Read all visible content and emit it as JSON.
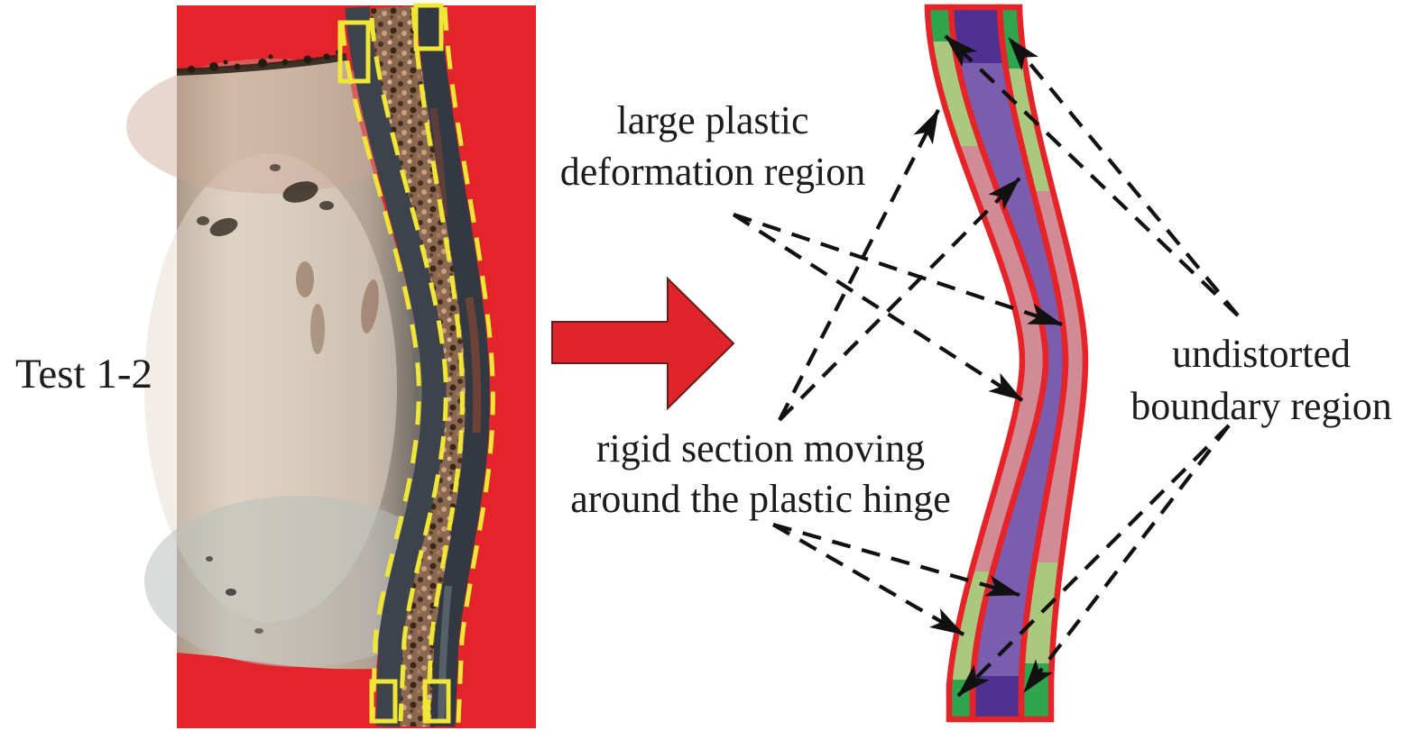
{
  "figure": {
    "test_label": "Test 1-2",
    "annotations": {
      "large_plastic": {
        "line1": "large plastic",
        "line2": "deformation region",
        "connects_to": "pink mid-length wall segments (plastic hinge zone)"
      },
      "rigid_section": {
        "line1": "rigid section moving",
        "line2": "around the plastic hinge",
        "connects_to": "light-green wall segments above and below the hinge"
      },
      "undistorted": {
        "line1": "undistorted",
        "line2": "boundary region",
        "connects_to": "dark-green wall ends at top and bottom"
      }
    },
    "region_color_map": {
      "large_plastic_deformation_region": "#d18b94",
      "rigid_section": "#aac87e",
      "undistorted_boundary_region": "#2fa54d",
      "tube_core": "#7a5dad",
      "tube_core_end": "#4f3192",
      "outline": "#e62328"
    },
    "photo": {
      "background_color": "#e3242a",
      "overlay_color": "#f0e637"
    },
    "transform_arrow_color": "#e0242a"
  }
}
